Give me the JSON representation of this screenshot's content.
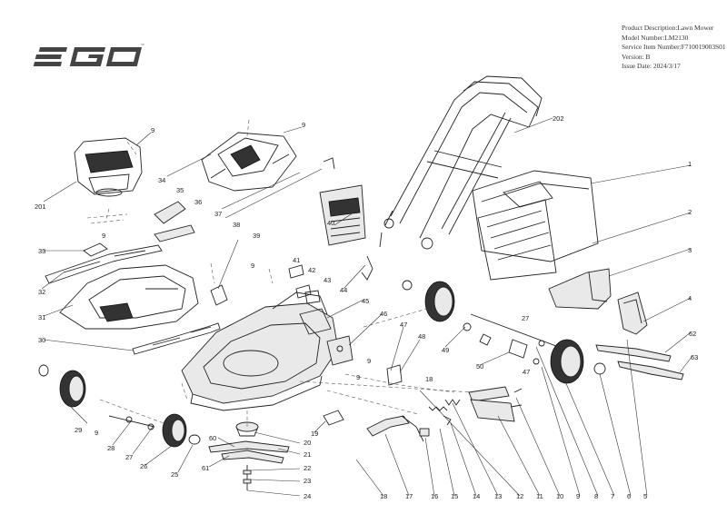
{
  "logo": {
    "text": "EGO",
    "color": "#444444"
  },
  "info": {
    "product": "Product Description:Lawn Mower",
    "model": "Model Number:LM2130",
    "service": "Service Item Number:F710019003S01",
    "version": "Version: B",
    "issue": "Issue Date: 2024/3/17"
  },
  "callouts": [
    "9",
    "9",
    "34",
    "37",
    "38",
    "202",
    "1",
    "2",
    "3",
    "4",
    "62",
    "63",
    "201",
    "35",
    "36",
    "33",
    "9",
    "32",
    "31",
    "30",
    "39",
    "9",
    "41",
    "40",
    "42",
    "43",
    "44",
    "45",
    "46",
    "47",
    "48",
    "49",
    "50",
    "47",
    "27",
    "9",
    "9",
    "18",
    "29",
    "28",
    "27",
    "26",
    "25",
    "61",
    "60",
    "20",
    "21",
    "22",
    "23",
    "24",
    "19",
    "9",
    "18",
    "17",
    "16",
    "15",
    "14",
    "13",
    "12",
    "11",
    "10",
    "9",
    "8",
    "7",
    "6",
    "5"
  ]
}
